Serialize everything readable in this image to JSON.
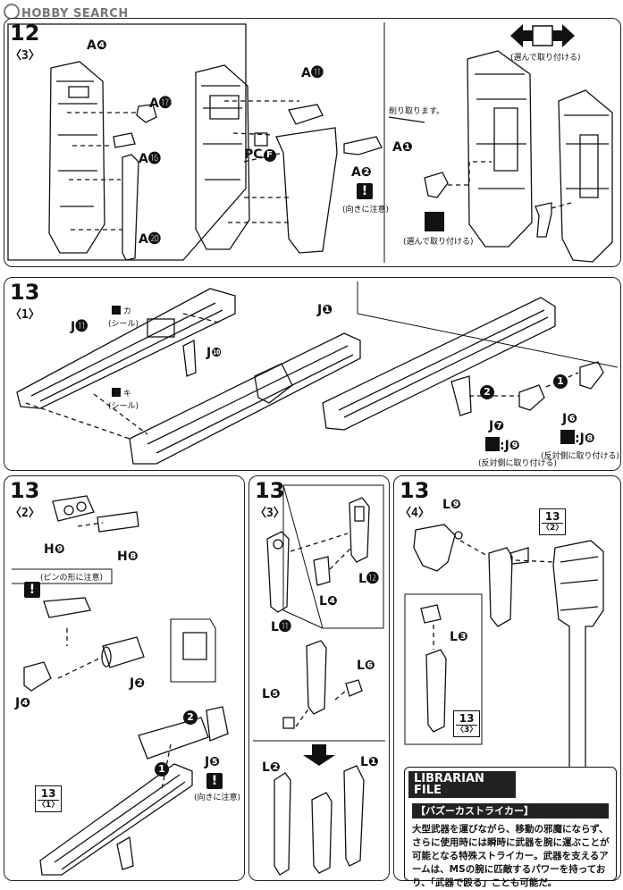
{
  "watermark": "HOBBY SEARCH",
  "steps": {
    "s12_3": {
      "num": "12",
      "sub": "〈3〉",
      "labels": {
        "a4": "A❹",
        "a17": "A⓱",
        "a16": "A⓰",
        "a20": "A⓴",
        "a11": "A⓫",
        "pcf": "PC",
        "pcf_circle": "F",
        "a2": "A❷",
        "a1": "A❶"
      },
      "notes": {
        "warn_orient": "(向きに注意)",
        "choose": "(選んで取り付ける)",
        "choose2": "(選んで取り付ける)",
        "cut": "削り取ります。"
      }
    },
    "s13_1": {
      "num": "13",
      "sub": "〈1〉",
      "labels": {
        "j11": "J⓫",
        "j1": "J❶",
        "j10": "J❿",
        "j7": "J❼",
        "j9": ":J❾",
        "j6": "J❻",
        "j8": ":J❽"
      },
      "notes": {
        "seal_ka": "カ",
        "seal_ka2": "(シール)",
        "seal_ki": "キ",
        "seal_ki2": "(シール)",
        "rev1": "(反対側に取り付ける)",
        "rev2": "(反対側に取り付ける)"
      }
    },
    "s13_2": {
      "num": "13",
      "sub": "〈2〉",
      "labels": {
        "h9": "H❾",
        "h8": "H❽",
        "j2": "J❷",
        "j4": "J❹",
        "j5": "J❺"
      },
      "notes": {
        "pin": "(ピンの形に注意)",
        "warn_orient": "(向きに注意)"
      },
      "ref": {
        "num": "13",
        "sub": "〈1〉"
      }
    },
    "s13_3": {
      "num": "13",
      "sub": "〈3〉",
      "labels": {
        "l11": "L⓫",
        "l12": "L⓬",
        "l4": "L❹",
        "l5": "L❺",
        "l6": "L❻",
        "l2": "L❷",
        "l1": "L❶"
      }
    },
    "s13_4": {
      "num": "13",
      "sub": "〈4〉",
      "labels": {
        "l9": "L❾",
        "l3": "L❸"
      },
      "ref2": {
        "num": "13",
        "sub": "〈2〉"
      },
      "ref3": {
        "num": "13",
        "sub": "〈3〉"
      }
    }
  },
  "librarian": {
    "head1": "LIBRARIAN",
    "head2": "FILE",
    "title": "【バズーカストライカー】",
    "body": "大型武器を運びながら、移動の邪魔にならず、さらに使用時には瞬時に武器を腕に運ぶことが可能となる特殊ストライカー。武器を支えるアームは、MSの腕に匹敵するパワーを持っており、「武器で殴る」ことも可能だ。"
  },
  "markers": {
    "one": "1",
    "two": "2",
    "warn": "!"
  }
}
